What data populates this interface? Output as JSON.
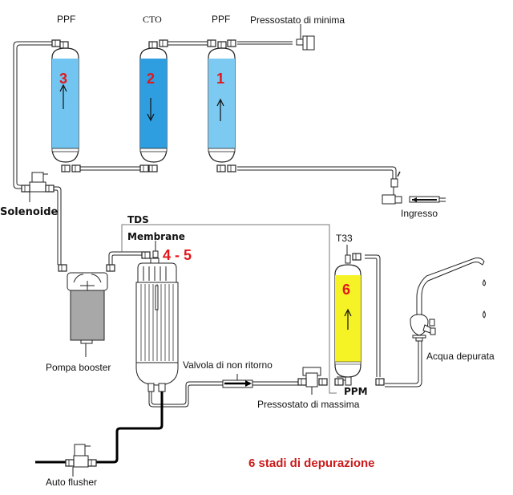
{
  "diagram": {
    "title": "6 stadi di depurazione",
    "colors": {
      "stage1": "#7ccaf2",
      "stage2": "#2e9ee0",
      "stage3": "#72c5f0",
      "stage6": "#f5f226",
      "pump": "#a8a8a8",
      "stage_number": "#e3161b",
      "title": "#cc1a1a"
    },
    "filter_types": {
      "stage3": "PPF",
      "stage2": "CTO",
      "stage1": "PPF",
      "stage6": "T33"
    },
    "stage_numbers": {
      "stage1": "1",
      "stage2": "2",
      "stage3": "3",
      "membrane": "4 - 5",
      "stage6": "6"
    },
    "flow_direction": {
      "stage1": "up",
      "stage2": "down",
      "stage3": "up",
      "stage6": "up"
    },
    "labels": {
      "pressostato_minima": "Pressostato di minima",
      "ingresso": "Ingresso",
      "solenoide": "Solenoide",
      "tds": "TDS",
      "membrane": "Membrane",
      "pompa_booster": "Pompa booster",
      "valvola_non_ritorno": "Valvola di non ritorno",
      "pressostato_massima": "Pressostato di massima",
      "ppm": "PPM",
      "acqua_depurata": "Acqua depurata",
      "auto_flusher": "Auto flusher"
    }
  }
}
